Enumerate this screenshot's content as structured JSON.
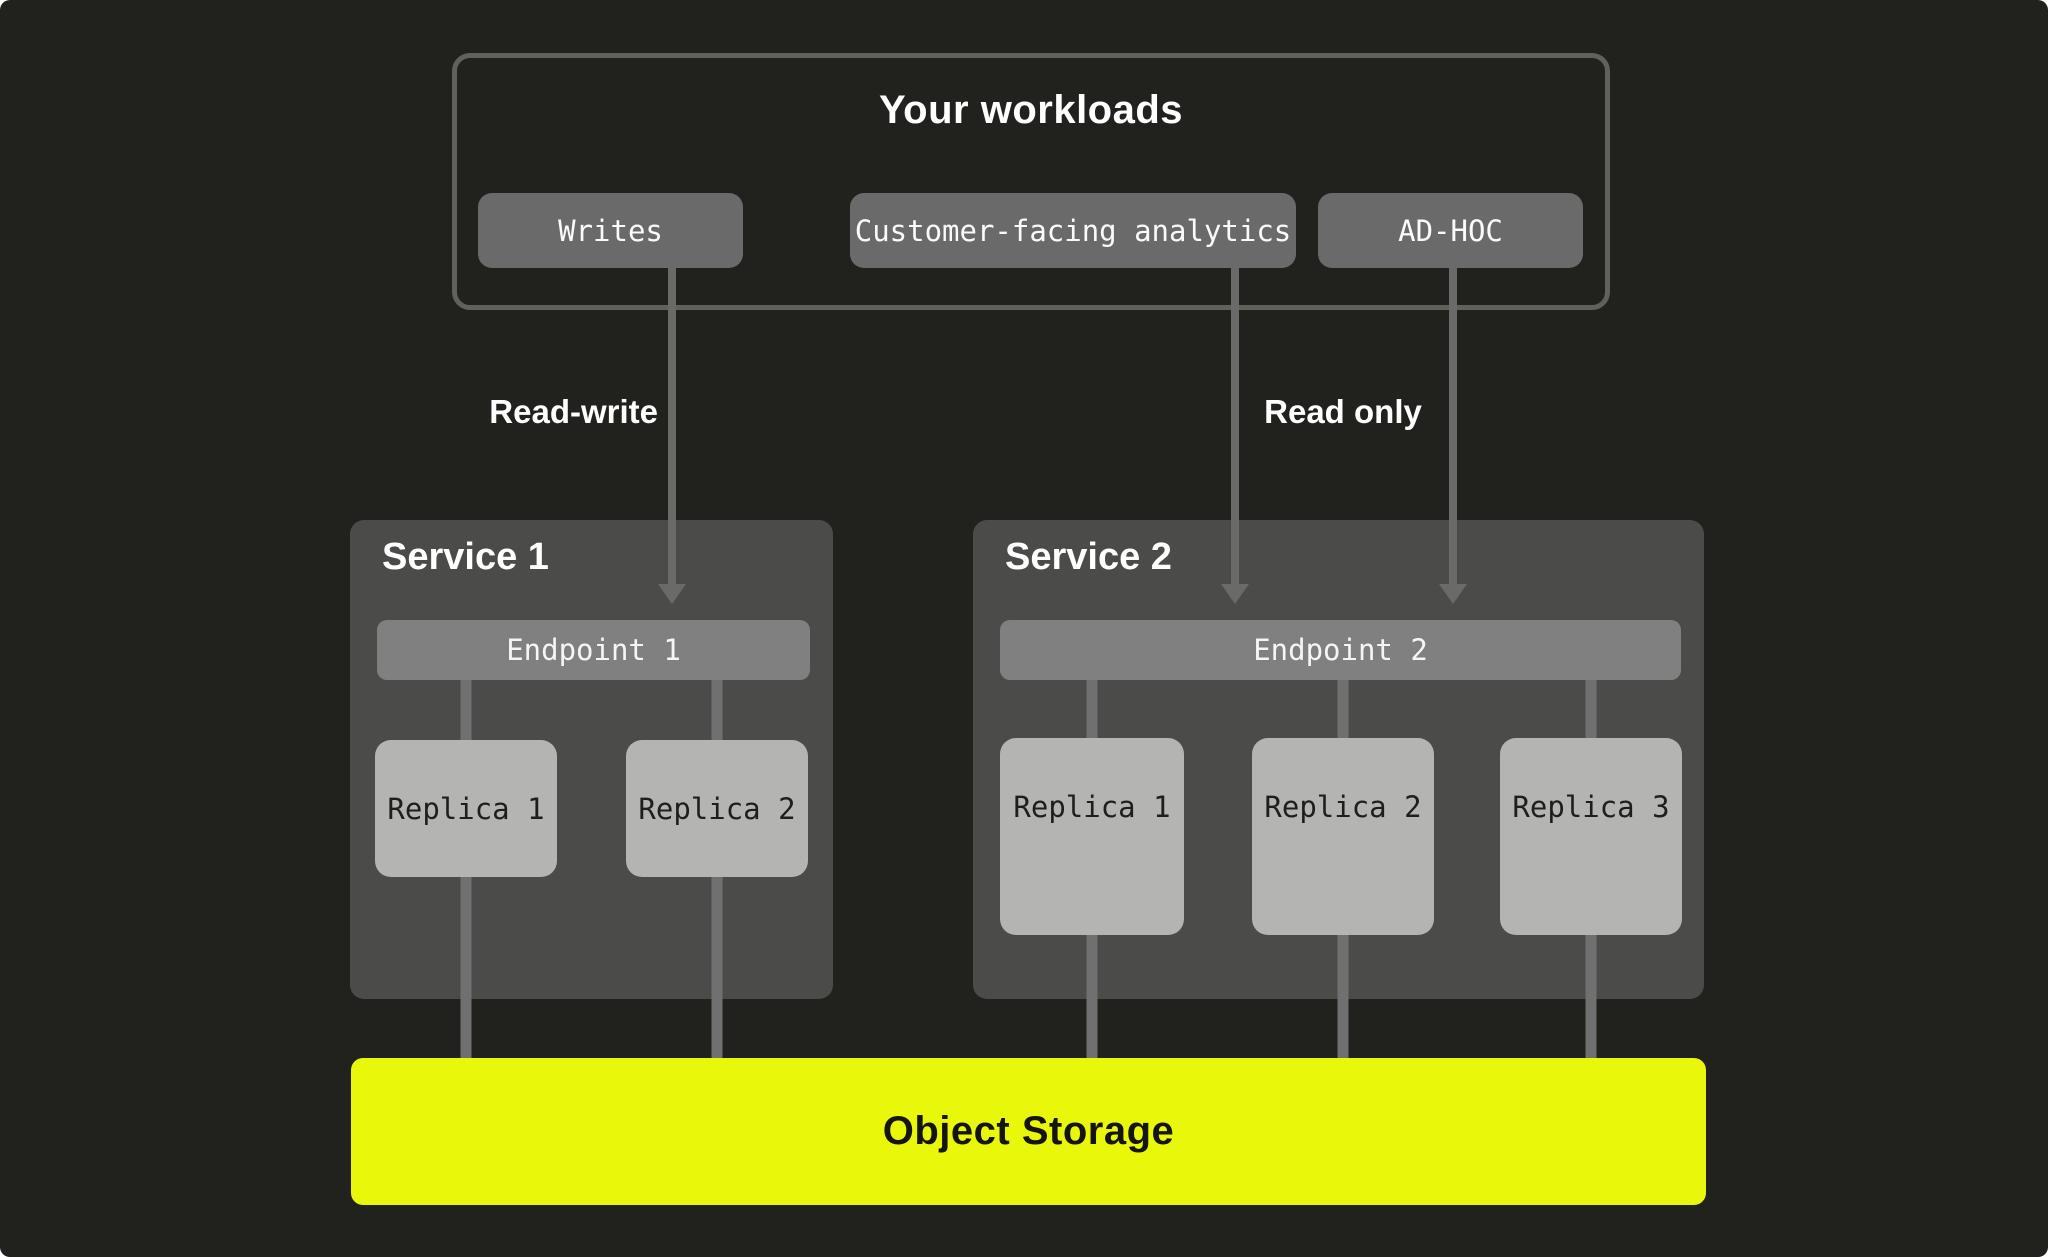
{
  "workloads": {
    "title": "Your workloads",
    "pills": [
      {
        "label": "Writes"
      },
      {
        "label": "Customer-facing analytics"
      },
      {
        "label": "AD-HOC"
      }
    ]
  },
  "edges": {
    "read_write_label": "Read-write",
    "read_only_label": "Read only"
  },
  "services": [
    {
      "name": "Service 1",
      "endpoint": "Endpoint 1",
      "replicas": [
        "Replica 1",
        "Replica 2"
      ]
    },
    {
      "name": "Service 2",
      "endpoint": "Endpoint 2",
      "replicas": [
        "Replica 1",
        "Replica 2",
        "Replica 3"
      ]
    }
  ],
  "storage": {
    "label": "Object Storage"
  },
  "colors": {
    "background": "#21221D",
    "workloads_border": "#5F615B",
    "pill": "#6A6A6A",
    "service_box": "#4B4B49",
    "endpoint": "#808080",
    "replica": "#B4B4B2",
    "arrow": "#6A6A68",
    "connector": "#707070",
    "storage": "#E9F70B"
  }
}
